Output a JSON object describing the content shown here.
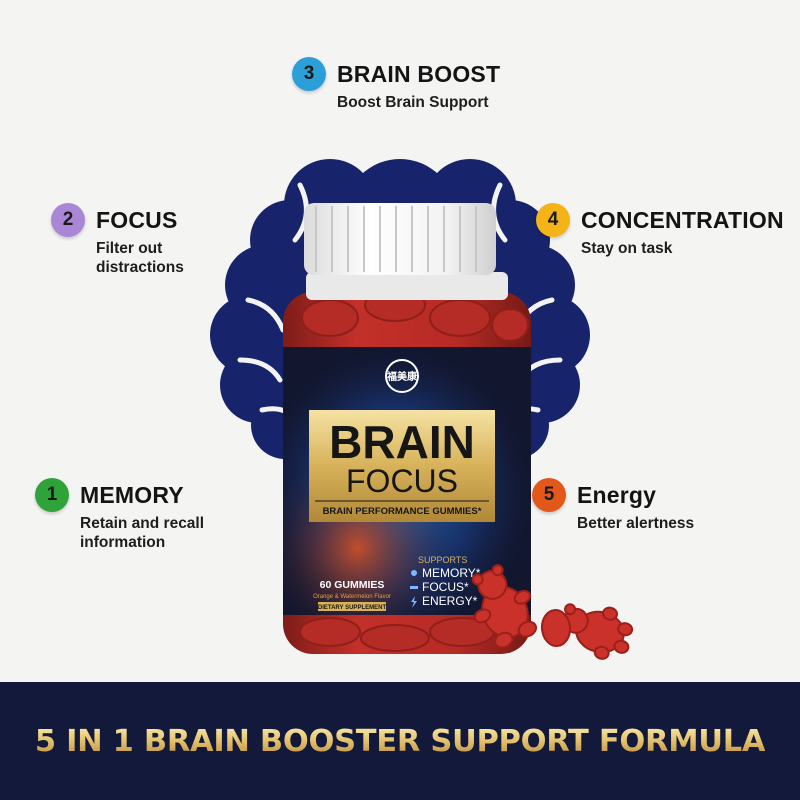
{
  "benefits": [
    {
      "num": "1",
      "title": "MEMORY",
      "desc": "Retain and recall\ninformation",
      "color": "#2fa33a"
    },
    {
      "num": "2",
      "title": "FOCUS",
      "desc": "Filter out\ndistractions",
      "color": "#a987d6"
    },
    {
      "num": "3",
      "title": "BRAIN BOOST",
      "desc": "Boost Brain Support",
      "color": "#2a9fd8"
    },
    {
      "num": "4",
      "title": "CONCENTRATION",
      "desc": "Stay on task",
      "color": "#f4b316"
    },
    {
      "num": "5",
      "title": "Energy",
      "desc": "Better alertness",
      "color": "#e2581a"
    }
  ],
  "product": {
    "brand": "福美康",
    "name_line1": "BRAIN",
    "name_line2": "FOCUS",
    "subtitle": "BRAIN PERFORMANCE GUMMIES*",
    "supports_label": "SUPPORTS",
    "supports": [
      "MEMORY*",
      "FOCUS*",
      "ENERGY*"
    ],
    "count": "60 GUMMIES",
    "flavor": "Orange & Watermelon Flavor",
    "supplement": "DIETARY SUPPLEMENT"
  },
  "banner": {
    "text": "5 IN 1 BRAIN BOOSTER SUPPORT FORMULA"
  },
  "colors": {
    "brain": "#17246b",
    "banner": "#13193a",
    "label": "#12162e",
    "gold": "#d8b45c",
    "gummy": "#c9312a"
  }
}
